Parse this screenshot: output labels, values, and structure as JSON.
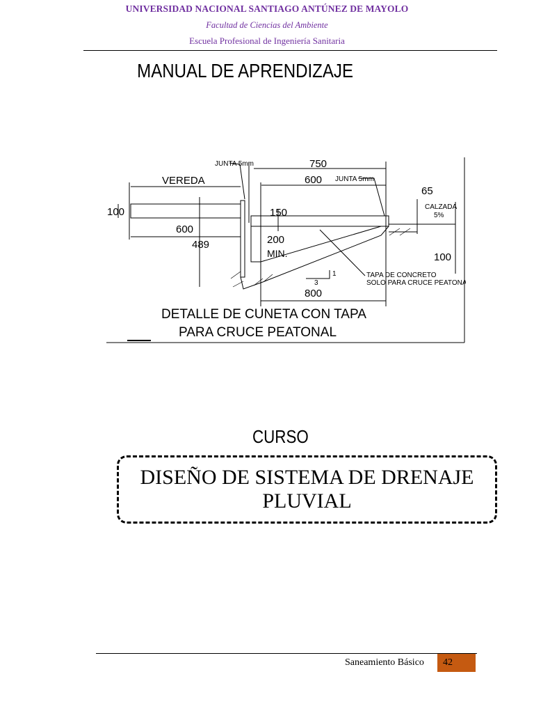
{
  "header": {
    "university": "UNIVERSIDAD NACIONAL SANTIAGO ANTÚNEZ DE MAYOLO",
    "faculty": "Facultad de Ciencias del Ambiente",
    "school": "Escuela Profesional de Ingeniería Sanitaria"
  },
  "main": {
    "manual_title": "MANUAL DE APRENDIZAJE",
    "course_label": "CURSO",
    "course_title": "DISEÑO DE SISTEMA DE DRENAJE PLUVIAL"
  },
  "drawing": {
    "labels": {
      "junta_left": "JUNTA 5mm",
      "dim_750": "750",
      "vereda": "VEREDA",
      "dim_600_top": "600",
      "junta_right": "JUNTA 5mm",
      "dim_65": "65",
      "calzada": "CALZADA",
      "slope": "5%",
      "dim_100_left": "100",
      "dim_150": "150",
      "dim_600_mid": "600",
      "dim_200": "200",
      "min": "MIN.",
      "dim_489": "489",
      "dim_100_right": "100",
      "slope_1": "1",
      "slope_3": "3",
      "tapa_1": "TAPA DE CONCRETO",
      "tapa_2": "SOLO PARA CRUCE PEATONAL",
      "dim_800": "800",
      "caption_1": "DETALLE DE CUNETA CON TAPA",
      "caption_2": "PARA CRUCE PEATONAL"
    }
  },
  "footer": {
    "text": "Saneamiento Básico",
    "page_number": "42"
  }
}
